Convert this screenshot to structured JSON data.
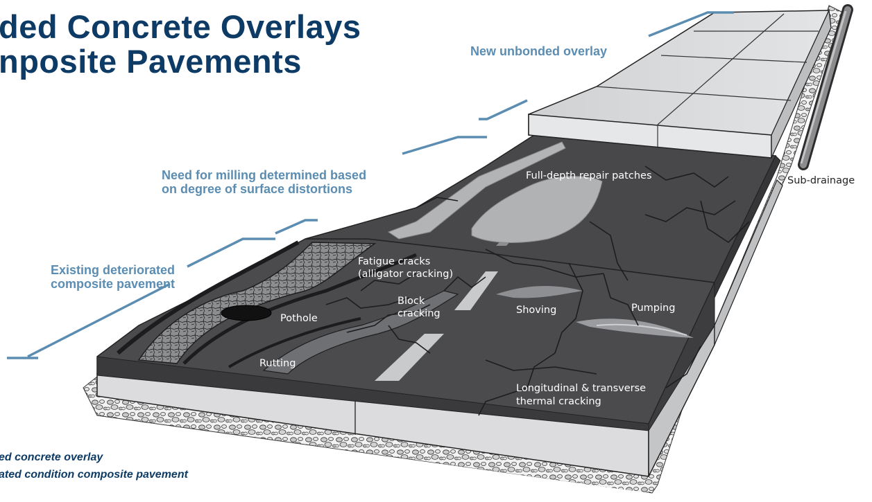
{
  "title": {
    "line1": "ded Concrete Overlays",
    "line2": "nposite Pavements"
  },
  "callouts": {
    "new_overlay": "New unbonded overlay",
    "milling_line1": "Need for milling determined based",
    "milling_line2": "on degree of surface distortions",
    "existing_line1": "Existing deteriorated",
    "existing_line2": "composite pavement"
  },
  "distress_labels": {
    "full_depth": "Full-depth repair patches",
    "sub_drainage": "Sub-drainage",
    "fatigue_line1": "Fatigue cracks",
    "fatigue_line2": "(alligator cracking)",
    "block_line1": "Block",
    "block_line2": "cracking",
    "pothole": "Pothole",
    "shoving": "Shoving",
    "pumping": "Pumping",
    "rutting": "Rutting",
    "thermal_line1": "Longitudinal & transverse",
    "thermal_line2": "thermal cracking"
  },
  "caption": {
    "line1": "ed concrete overlay",
    "line2": "ated condition composite pavement"
  },
  "colors": {
    "title": "#0d3b66",
    "callout": "#5b8db2",
    "asphalt": "#4b4b4d",
    "asphalt_dark": "#2f2f31",
    "concrete": "#d7d8da",
    "patch": "#a9aaad",
    "gravel": "#c9c9c9"
  }
}
